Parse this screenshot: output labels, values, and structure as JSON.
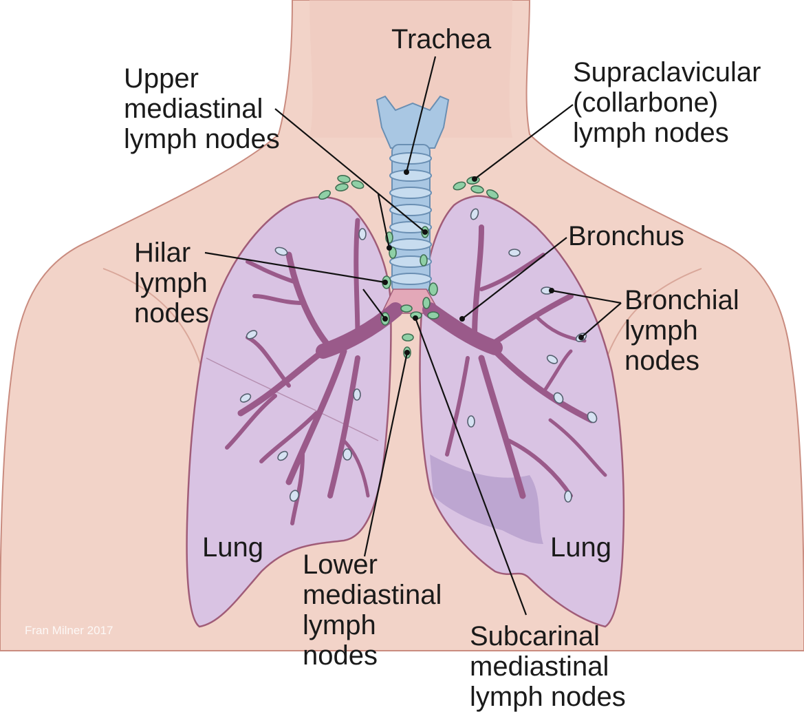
{
  "labels": {
    "trachea": "Trachea",
    "upper_mediastinal": [
      "Upper",
      "mediastinal",
      "lymph nodes"
    ],
    "supraclavicular": [
      "Supraclavicular",
      "(collarbone)",
      "lymph nodes"
    ],
    "bronchus": "Bronchus",
    "hilar": [
      "Hilar",
      "lymph",
      "nodes"
    ],
    "bronchial": [
      "Bronchial",
      "lymph",
      "nodes"
    ],
    "lung_left": "Lung",
    "lung_right": "Lung",
    "lower_mediastinal": [
      "Lower",
      "mediastinal",
      "lymph",
      "nodes"
    ],
    "subcarinal": [
      "Subcarinal",
      "mediastinal",
      "lymph nodes"
    ]
  },
  "credit": "Fran Milner 2017",
  "colors": {
    "skin": "#f2d3c8",
    "skin_outline": "#c98b7f",
    "lung": "#d9c3e3",
    "lung_outline": "#a05c78",
    "lung_shadow": "#b9a3ce",
    "trachea": "#a9c7e3",
    "bronchi": "#a6648f",
    "node_green": "#8fd0a6",
    "node_white": "#d6e2f2"
  }
}
